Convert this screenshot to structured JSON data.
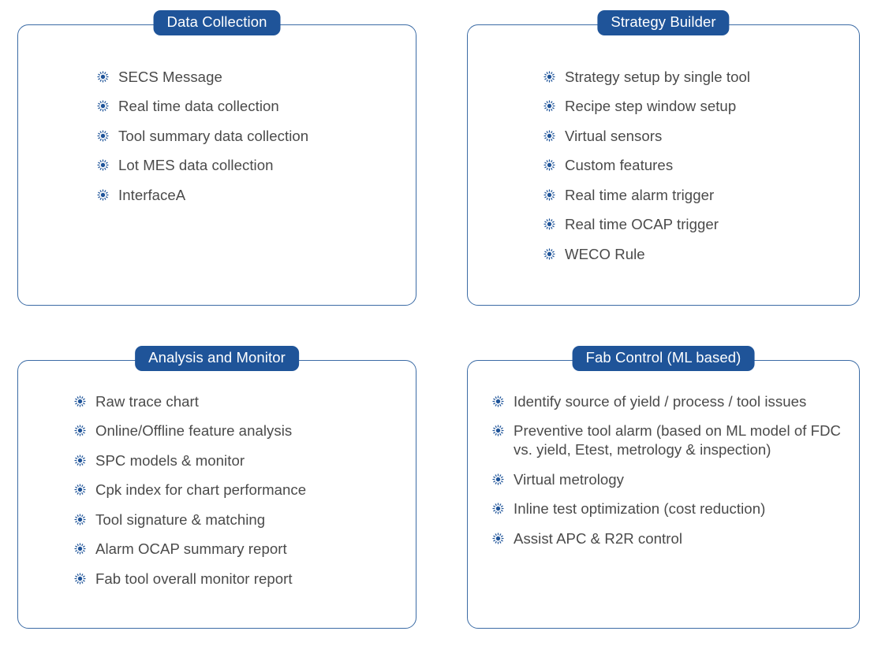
{
  "theme": {
    "badge_bg": "#1f5499",
    "badge_text": "#ffffff",
    "card_border": "#3b6ba5",
    "item_text": "#4a4a4a",
    "bullet_color": "#1f5499",
    "page_bg": "#ffffff"
  },
  "bullet_icon_name": "radiating-dot-icon",
  "panels": [
    {
      "id": "data-collection",
      "title": "Data Collection",
      "position": "top-left",
      "items": [
        "SECS Message",
        "Real time data collection",
        "Tool summary data collection",
        "Lot MES data collection",
        "InterfaceA"
      ]
    },
    {
      "id": "strategy-builder",
      "title": "Strategy Builder",
      "position": "top-right",
      "items": [
        "Strategy setup by single tool",
        "Recipe step window setup",
        "Virtual sensors",
        "Custom features",
        "Real time alarm trigger",
        "Real time OCAP trigger",
        "WECO Rule"
      ]
    },
    {
      "id": "analysis-and-monitor",
      "title": "Analysis and Monitor",
      "position": "bottom-left",
      "items": [
        "Raw trace chart",
        "Online/Offline feature analysis",
        "SPC models & monitor",
        "Cpk index for chart performance",
        "Tool signature & matching",
        "Alarm OCAP summary report",
        "Fab tool overall monitor report"
      ]
    },
    {
      "id": "fab-control-ml-based",
      "title": "Fab Control (ML based)",
      "position": "bottom-right",
      "items": [
        "Identify source of yield / process / tool issues",
        "Preventive tool alarm (based on ML model of FDC vs. yield, Etest, metrology & inspection)",
        "Virtual metrology",
        "Inline test optimization (cost reduction)",
        "Assist APC & R2R control"
      ]
    }
  ]
}
